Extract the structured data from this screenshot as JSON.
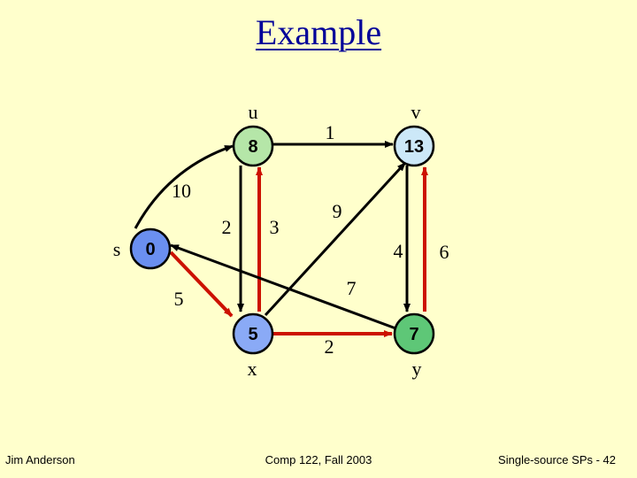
{
  "slide": {
    "title": "Example",
    "footer_left": "Jim Anderson",
    "footer_center": "Comp 122, Fall 2003",
    "footer_right": "Single-source SPs -  42"
  },
  "colors": {
    "background": "#ffffcc",
    "title": "#000099",
    "tree_edge": "#cc1100",
    "edge": "#000000",
    "node_u": "#b5e6a8",
    "node_v": "#cce8f8",
    "node_s": "#6a8ff0",
    "node_x": "#8aaaf6",
    "node_y": "#5ec777"
  },
  "nodes": {
    "u": {
      "label": "u",
      "value": "8"
    },
    "v": {
      "label": "v",
      "value": "13"
    },
    "s": {
      "label": "s",
      "value": "0"
    },
    "x": {
      "label": "x",
      "value": "5"
    },
    "y": {
      "label": "y",
      "value": "7"
    }
  },
  "edges": {
    "s_u": {
      "weight": "10"
    },
    "u_v": {
      "weight": "1"
    },
    "u_x": {
      "weight": "2"
    },
    "x_u": {
      "weight": "3"
    },
    "x_v": {
      "weight": "9"
    },
    "v_y": {
      "weight": "4"
    },
    "y_v": {
      "weight": "6"
    },
    "s_x": {
      "weight": "5"
    },
    "x_y": {
      "weight": "2"
    },
    "y_s": {
      "weight": "7"
    }
  }
}
